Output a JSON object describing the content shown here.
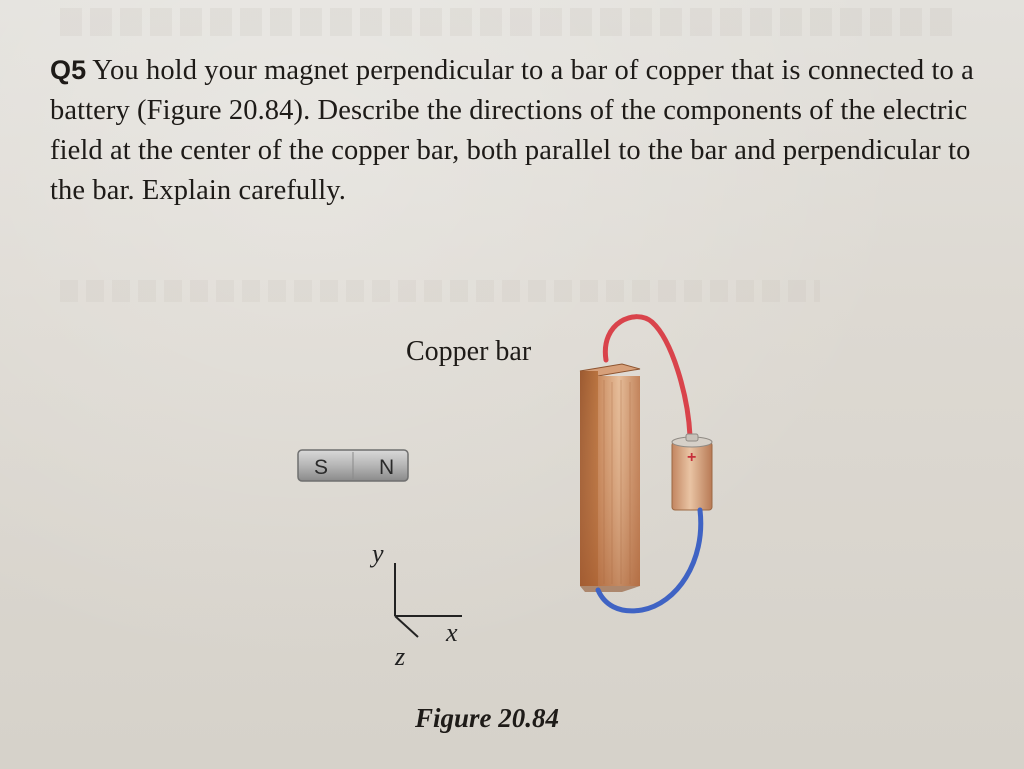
{
  "question": {
    "number": "Q5",
    "text": "You hold your magnet perpendicular to a bar of copper that is connected to a battery (Figure 20.84). Describe the directions of the components of the electric field at the center of the copper bar, both parallel to the bar and perpendicular to the bar. Explain carefully."
  },
  "figure": {
    "copper_bar_label": "Copper bar",
    "magnet": {
      "south": "S",
      "north": "N"
    },
    "axes": {
      "x": "x",
      "y": "y",
      "z": "z"
    },
    "battery_sign": "+",
    "caption": "Figure 20.84"
  },
  "colors": {
    "copper_light": "#e2b48f",
    "copper_dark": "#b06a3e",
    "wire_red": "#d9434b",
    "wire_blue": "#3f63c4",
    "magnet": "#a9a9a9"
  }
}
